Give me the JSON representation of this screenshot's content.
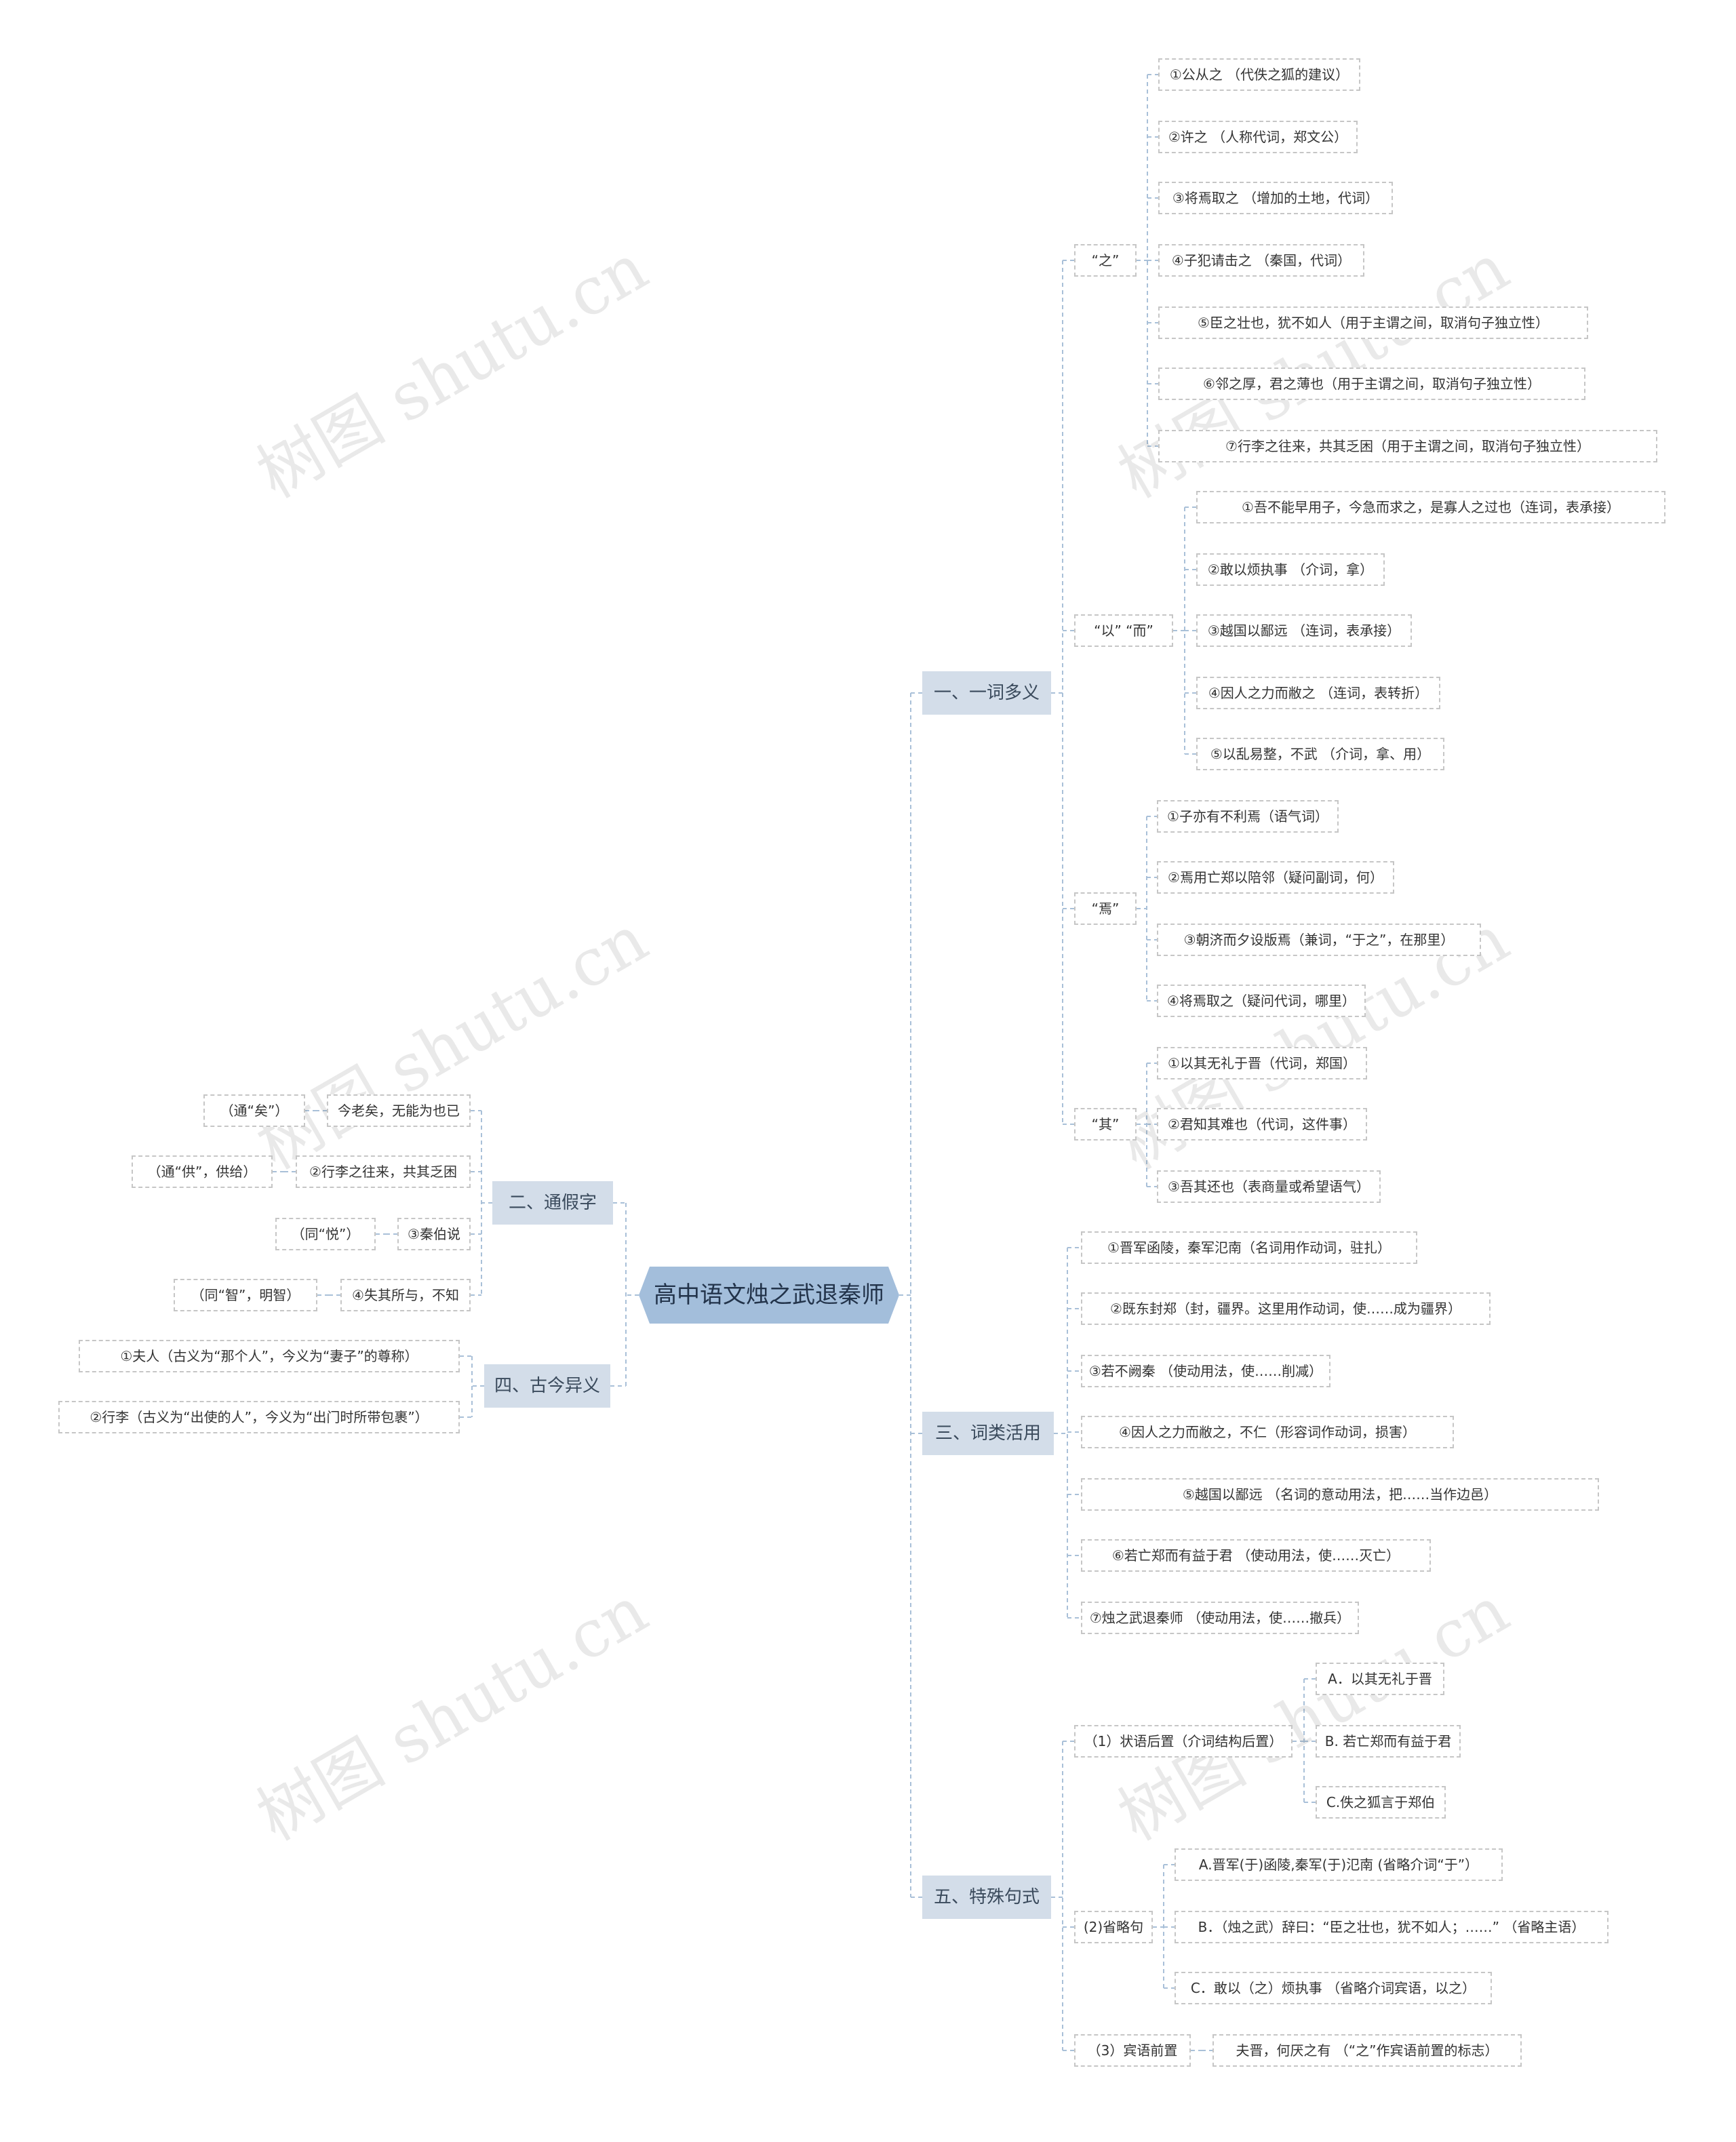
{
  "root": "高中语文烛之武退秦师",
  "watermark": "树图 shutu.cn",
  "branches": {
    "b1": "一、一词多义",
    "b2": "二、通假字",
    "b3": "三、词类活用",
    "b4": "四、古今异义",
    "b5": "五、特殊句式"
  },
  "b1": {
    "zhi": {
      "label": "“之”",
      "items": [
        "①公从之 （代佚之狐的建议）",
        "②许之 （人称代词，郑文公）",
        "③将焉取之 （增加的土地，代词）",
        "④子犯请击之 （秦国，代词）",
        "⑤臣之壮也，犹不如人（用于主谓之间，取消句子独立性）",
        "⑥邻之厚，君之薄也（用于主谓之间，取消句子独立性）",
        "⑦行李之往来，共其乏困（用于主谓之间，取消句子独立性）"
      ]
    },
    "yier": {
      "label": "“以” “而”",
      "items": [
        "①吾不能早用子，今急而求之，是寡人之过也（连词，表承接）",
        "②敢以烦执事 （介词，拿）",
        "③越国以鄙远 （连词，表承接）",
        "④因人之力而敝之 （连词，表转折）",
        "⑤以乱易整，不武 （介词，拿、用）"
      ]
    },
    "yan": {
      "label": "“焉”",
      "items": [
        "①子亦有不利焉（语气词）",
        "②焉用亡郑以陪邻（疑问副词，何）",
        "③朝济而夕设版焉（兼词，“于之”，在那里）",
        "④将焉取之（疑问代词，哪里）"
      ]
    },
    "qi": {
      "label": "“其”",
      "items": [
        "①以其无礼于晋（代词，郑国）",
        "②君知其难也（代词，这件事）",
        "③吾其还也（表商量或希望语气）"
      ]
    }
  },
  "b2": {
    "items": [
      {
        "text": "今老矣，无能为也已",
        "note": "（通“矣”）"
      },
      {
        "text": "②行李之往来，共其乏困",
        "note": "（通“供”，供给）"
      },
      {
        "text": "③秦伯说",
        "note": "（同“悦”）"
      },
      {
        "text": "④失其所与，不知",
        "note": "（同“智”，明智）"
      }
    ]
  },
  "b3": {
    "items": [
      "①晋军函陵，秦军氾南（名词用作动词，驻扎）",
      "②既东封郑（封，疆界。这里用作动词，使……成为疆界）",
      "③若不阙秦 （使动用法，使……削减）",
      "④因人之力而敝之，不仁（形容词作动词，损害）",
      "⑤越国以鄙远 （名词的意动用法，把……当作边邑）",
      "⑥若亡郑而有益于君 （使动用法，使……灭亡）",
      "⑦烛之武退秦师 （使动用法，使……撤兵）"
    ]
  },
  "b4": {
    "items": [
      "①夫人（古义为“那个人”，今义为“妻子”的尊称）",
      "②行李（古义为“出使的人”，今义为“出门时所带包裹”）"
    ]
  },
  "b5": {
    "s1": {
      "label": "（1）状语后置（介词结构后置）",
      "items": [
        "A．以其无礼于晋",
        "B. 若亡郑而有益于君",
        "C.佚之狐言于郑伯"
      ]
    },
    "s2": {
      "label": "(2)省略句",
      "items": [
        "A.晋军(于)函陵,秦军(于)氾南 (省略介词“于”）",
        "B．（烛之武）辞曰：“臣之壮也，犹不如人；……” （省略主语）",
        "C．敢以（之）烦执事 （省略介词宾语，以之）"
      ]
    },
    "s3": {
      "label": "（3）宾语前置",
      "item": "夫晋，何厌之有 （“之”作宾语前置的标志）"
    }
  },
  "colors": {
    "root": "#a3bedb",
    "branch": "#d3dde9",
    "line": "#a9c0d8",
    "leaf_border": "#c6c6c6"
  }
}
